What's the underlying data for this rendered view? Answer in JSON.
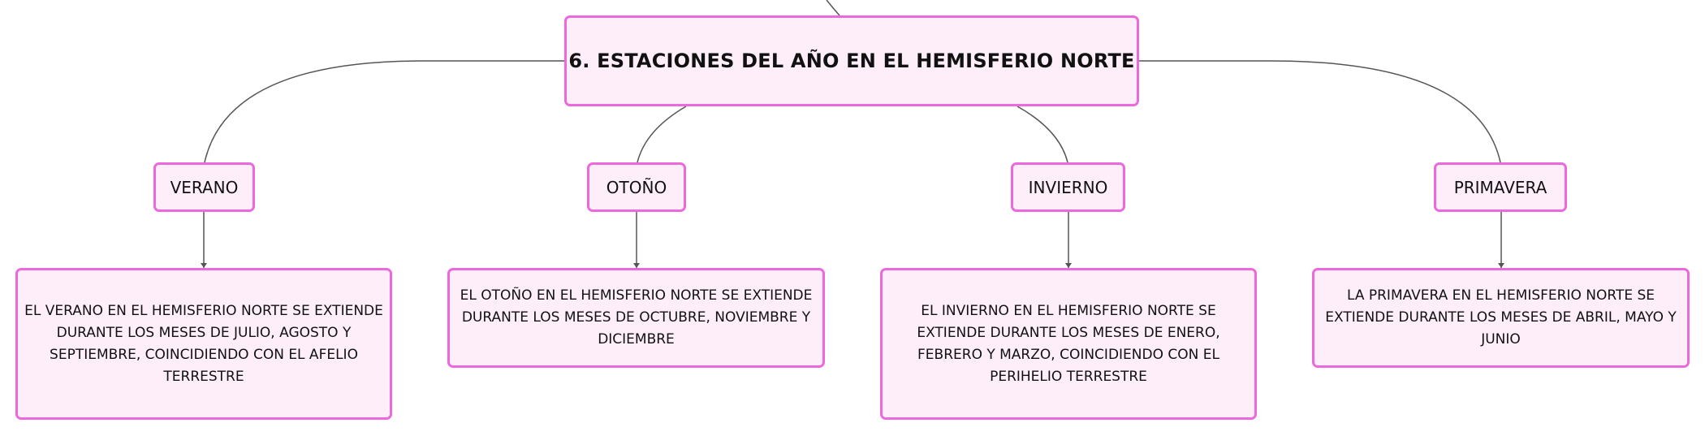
{
  "colors": {
    "node_fill": "#fdeefa",
    "node_border": "#ec68dc",
    "connector": "#555555",
    "text": "#111111"
  },
  "title": "6. ESTACIONES DEL AÑO EN EL HEMISFERIO NORTE",
  "seasons": [
    {
      "label": "VERANO",
      "description": "EL VERANO EN EL HEMISFERIO NORTE SE EXTIENDE DURANTE LOS MESES DE JULIO, AGOSTO Y SEPTIEMBRE, COINCIDIENDO CON EL AFELIO TERRESTRE"
    },
    {
      "label": "OTOÑO",
      "description": "EL OTOÑO EN EL HEMISFERIO NORTE SE EXTIENDE DURANTE LOS MESES DE OCTUBRE, NOVIEMBRE Y DICIEMBRE"
    },
    {
      "label": "INVIERNO",
      "description": "EL INVIERNO EN EL HEMISFERIO NORTE SE EXTIENDE DURANTE LOS MESES DE ENERO, FEBRERO Y MARZO, COINCIDIENDO CON EL PERIHELIO TERRESTRE"
    },
    {
      "label": "PRIMAVERA",
      "description": "LA PRIMAVERA EN EL HEMISFERIO NORTE SE EXTIENDE DURANTE LOS MESES DE ABRIL, MAYO Y JUNIO"
    }
  ]
}
